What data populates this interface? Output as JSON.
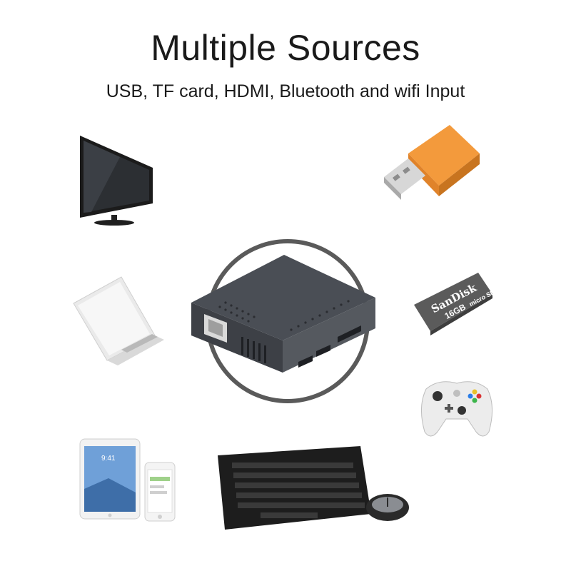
{
  "header": {
    "title": "Multiple Sources",
    "subtitle": "USB, TF card, HDMI, Bluetooth and wifi Input"
  },
  "sdcard": {
    "brand": "SanDisk",
    "capacity": "16GB",
    "format": "micro SD"
  },
  "tablet": {
    "clock": "9:41"
  },
  "colors": {
    "usb_orange": "#f39a3c",
    "projector_gray": "#4a4e55",
    "ring_gray": "#5a5a5a"
  }
}
